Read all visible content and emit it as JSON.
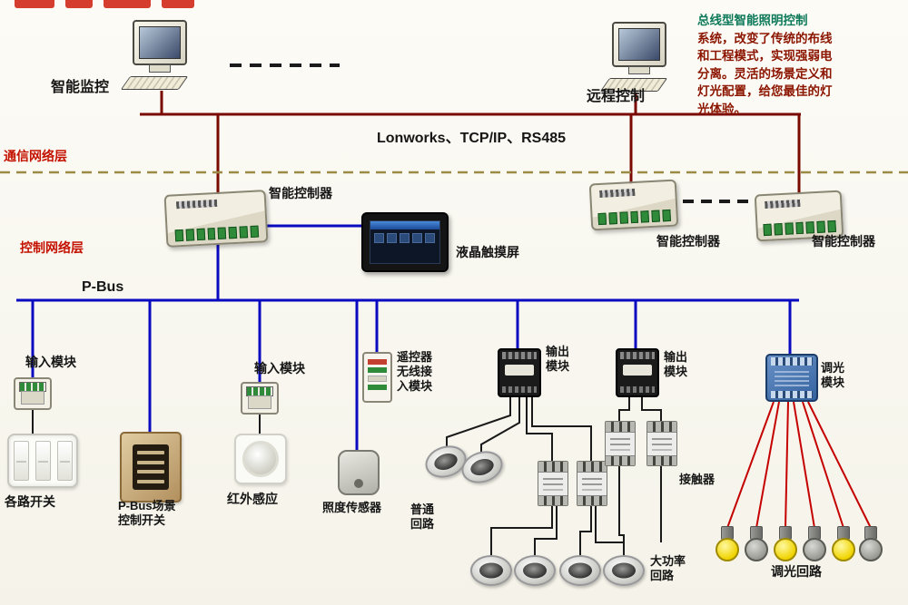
{
  "colors": {
    "comm_line": "#7a0a00",
    "pbus_line": "#0a0ac0",
    "dim_circuit_line": "#c40000",
    "layer_label_red": "#c41200",
    "separator_dash": "#9b8b45",
    "bulb_yellow": "#f0d400",
    "bulb_gray": "#9a9a94"
  },
  "top": {
    "monitor_label": "智能监控",
    "remote_label": "远程控制",
    "protocol_label": "Lonworks、TCP/IP、RS485",
    "description": [
      "总线型智能照明控制",
      "系统，改变了传统的布线",
      "和工程模式，实现强弱电",
      "分离。灵活的场景定义和",
      "灯光配置，给您最佳的灯",
      "光体验。"
    ]
  },
  "layers": {
    "comm": "通信网络层",
    "control": "控制网络层"
  },
  "mid": {
    "controller1": "智能控制器",
    "controller2": "智能控制器",
    "controller3": "智能控制器",
    "touchscreen": "液晶触摸屏",
    "pbus": "P-Bus"
  },
  "devices": {
    "input1": "输入模块",
    "input2": "输入模块",
    "switches": "各路开关",
    "scene": [
      "P-Bus场景",
      "控制开关"
    ],
    "infrared": "红外感应",
    "lux": "照度传感器",
    "wireless": [
      "遥控器",
      "无线接",
      "入模块"
    ],
    "output1": [
      "输出",
      "模块"
    ],
    "output2": [
      "输出",
      "模块"
    ],
    "contactor": "接触器",
    "normal_circuit": [
      "普通",
      "回路"
    ],
    "high_power_circuit": [
      "大功率",
      "回路"
    ],
    "dim_module": [
      "调光",
      "模块"
    ],
    "dim_circuit": "调光回路"
  }
}
